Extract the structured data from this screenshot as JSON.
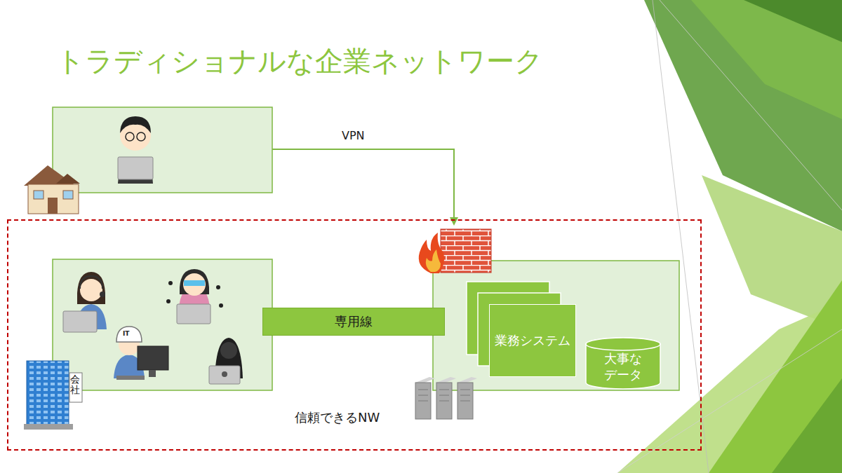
{
  "diagram": {
    "title": "トラディショナルな企業ネットワーク",
    "nodes": [
      {
        "text": [
          "信頼できるNW"
        ]
      },
      {
        "text": [
          "専用線"
        ],
        "in": 0
      },
      {
        "text": [
          "業務システム"
        ],
        "in": 0
      },
      {
        "text": [
          "大事なデータ"
        ],
        "in": 0
      }
    ],
    "labels": [
      "VPN",
      "IT",
      "会社"
    ]
  }
}
